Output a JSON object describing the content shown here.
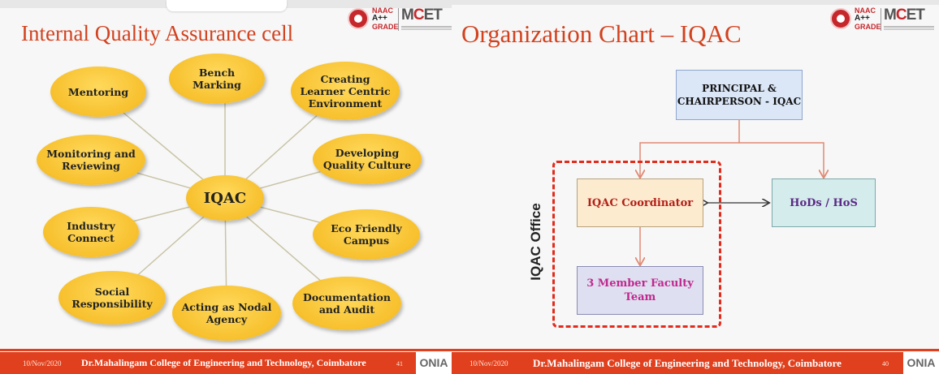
{
  "slide_left": {
    "title": "Internal Quality Assurance cell",
    "hub": "IQAC",
    "nodes": [
      "Mentoring",
      "Bench Marking",
      "Creating Learner Centric Environment",
      "Monitoring and Reviewing",
      "Developing Quality Culture",
      "Industry Connect",
      "Eco Friendly Campus",
      "Social Responsibility",
      "Acting as Nodal Agency",
      "Documentation and Audit"
    ],
    "footer": {
      "date": "10/Nov/2020",
      "institution": "Dr.Mahalingam College of Engineering and Technology, Coimbatore",
      "page": "41",
      "brand": "ONIA"
    }
  },
  "slide_right": {
    "title": "Organization Chart – IQAC",
    "principal": "PRINCIPAL & CHAIRPERSON - IQAC",
    "coordinator": "IQAC Coordinator",
    "hods": "HoDs / HoS",
    "faculty": "3 Member Faculty Team",
    "office_label": "IQAC Office",
    "footer": {
      "date": "10/Nov/2020",
      "institution": "Dr.Mahalingam College of Engineering and Technology, Coimbatore",
      "page": "40",
      "brand": "ONIA"
    }
  },
  "logo": {
    "naac": "NAAC",
    "grade": "A++",
    "grade_label": "GRADE",
    "mcet_prefix": "M",
    "mcet_c": "C",
    "mcet_suffix": "ET"
  },
  "colors": {
    "title": "#d2421f",
    "footer_bar": "#e0401d",
    "ellipse": "#f7c02d",
    "dashed_border": "#e22b1c"
  }
}
